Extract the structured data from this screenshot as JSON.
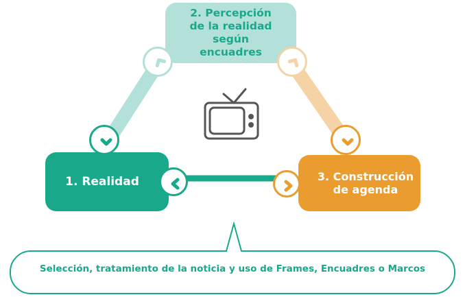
{
  "nodes": {
    "realidad": {
      "label": "1. Realidad",
      "color": "#1aa88a"
    },
    "percepcion": {
      "lines": [
        "2. Percepción",
        "de la realidad",
        "según",
        "encuadres"
      ],
      "color": "#b3e0d9",
      "text_color": "#1aa88a"
    },
    "agenda": {
      "lines": [
        "3. Construcción",
        "de agenda"
      ],
      "color": "#ea9c2e"
    }
  },
  "connectors": {
    "left_color": "#b3e0d9",
    "right_color": "#f5d3a6",
    "bottom_color": "#1aa88a"
  },
  "center_icon": "tv-icon",
  "caption": {
    "text": "Selección, tratamiento de la noticia y uso de Frames, Encuadres o Marcos",
    "color": "#1aa88a"
  }
}
